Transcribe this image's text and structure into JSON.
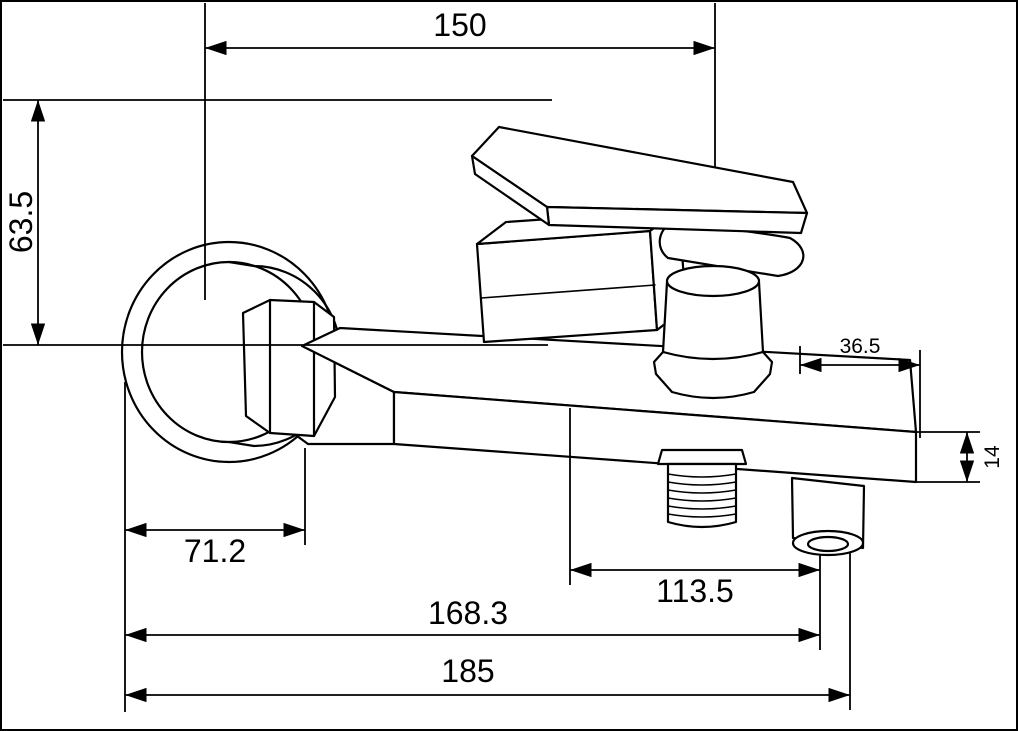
{
  "drawing": {
    "dims": {
      "d150": "150",
      "d63_5": "63.5",
      "d71_2": "71.2",
      "d113_5": "113.5",
      "d168_3": "168.3",
      "d185": "185",
      "d36_5": "36.5",
      "d14": "14"
    },
    "colors": {
      "line": "#000000",
      "background": "#ffffff"
    }
  }
}
